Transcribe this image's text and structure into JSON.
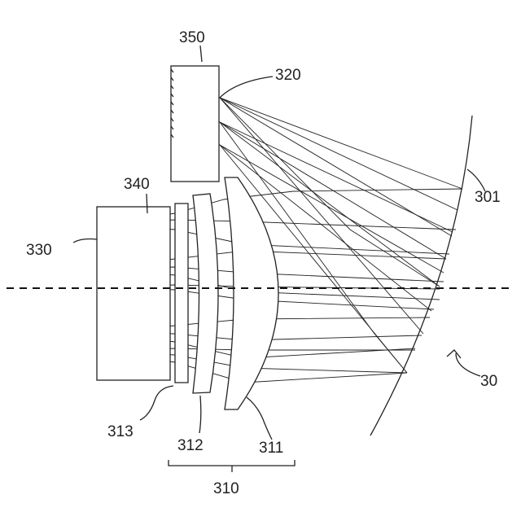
{
  "labels": {
    "l350": "350",
    "l320": "320",
    "l340": "340",
    "l330": "330",
    "l301": "301",
    "l30": "30",
    "l313": "313",
    "l312": "312",
    "l311": "311",
    "l310": "310"
  }
}
